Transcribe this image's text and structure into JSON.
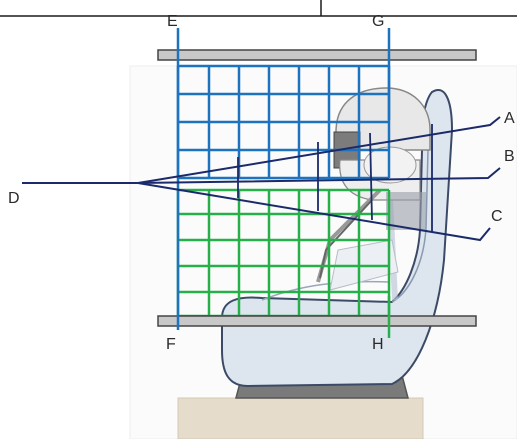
{
  "labels": {
    "A": "A",
    "B": "B",
    "C": "C",
    "D": "D",
    "E": "E",
    "F": "F",
    "G": "G",
    "H": "H"
  },
  "colors": {
    "upper_grid": "#1e73be",
    "lower_grid": "#27b04a",
    "sight_lines": "#1b2a6b",
    "plates": "#c8c8c8",
    "seat_outline": "#3b4a66",
    "seat_fill": "#dde6ef",
    "base": "#e6dccb"
  }
}
